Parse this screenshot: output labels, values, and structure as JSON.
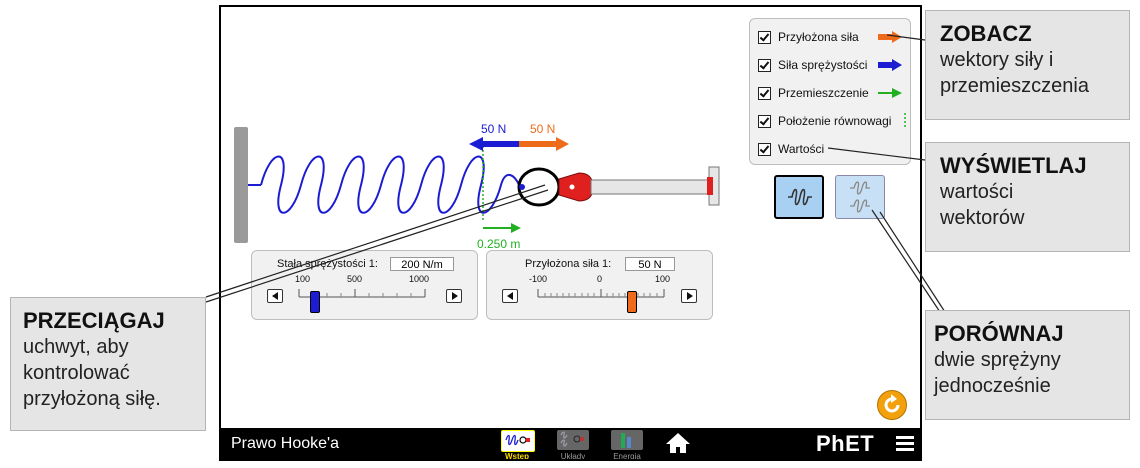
{
  "sim": {
    "checkboxes": [
      {
        "label": "Przyłożona siła",
        "checked": true,
        "arrow_color": "#ef6b1c"
      },
      {
        "label": "Siła sprężystości",
        "checked": true,
        "arrow_color": "#1c1cd3"
      },
      {
        "label": "Przemieszczenie",
        "checked": true,
        "arrow_color": "#22b022"
      },
      {
        "label": "Położenie równowagi",
        "checked": true,
        "arrow_color": "#22b022"
      },
      {
        "label": "Wartości",
        "checked": true
      }
    ],
    "spring_force_value": "50 N",
    "applied_force_value": "50 N",
    "displacement_value": "0.250 m",
    "spring_constant": {
      "label": "Stała sprężystości 1:",
      "value": "200 N/m",
      "ticks": [
        "100",
        "500",
        "1000"
      ],
      "level": 0.111
    },
    "applied_force": {
      "label": "Przyłożona siła 1:",
      "value": "50 N",
      "ticks": [
        "-100",
        "0",
        "100"
      ],
      "level": 0.75
    },
    "nav": {
      "title": "Prawo Hooke'a",
      "tabs": [
        {
          "label": "Wstęp",
          "active": true
        },
        {
          "label": "Układy",
          "active": false
        },
        {
          "label": "Energia",
          "active": false
        }
      ],
      "brand": "PhET"
    }
  },
  "callouts": {
    "see": {
      "heading": "ZOBACZ",
      "text": "wektory siły i przemieszczenia"
    },
    "display": {
      "heading": "WYŚWIETLAJ",
      "text": "wartości wektorów"
    },
    "compare": {
      "heading": "PORÓWNAJ",
      "text": "dwie sprężyny jednocześnie"
    },
    "drag": {
      "heading": "PRZECIĄGAJ",
      "text": "uchwyt, aby kontrolować przyłożoną siłę."
    }
  },
  "colors": {
    "spring": "#1c1cd3",
    "applied": "#ef6b1c",
    "displacement": "#22b022",
    "slider_blue": "#1c1cd3",
    "slider_orange": "#ef6b1c"
  }
}
